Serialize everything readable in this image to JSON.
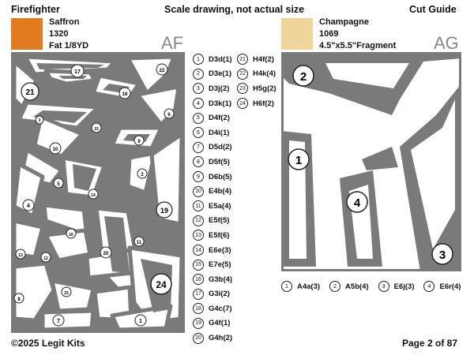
{
  "header": {
    "left": "Firefighter",
    "center": "Scale drawing, not actual size",
    "right": "Cut Guide"
  },
  "fabrics": [
    {
      "code": "AF",
      "name": "Saffron",
      "number": "1320",
      "cut": "Fat 1/8YD",
      "color": "#e07b20"
    },
    {
      "code": "AG",
      "name": "Champagne",
      "number": "1069",
      "cut": "4.5\"x5.5\"Fragment",
      "color": "#efd49c"
    }
  ],
  "panel_af": {
    "pieces": [
      {
        "n": "1",
        "id": "D3d(1)"
      },
      {
        "n": "2",
        "id": "D3e(1)"
      },
      {
        "n": "3",
        "id": "D3j(2)"
      },
      {
        "n": "4",
        "id": "D3k(1)"
      },
      {
        "n": "5",
        "id": "D4f(2)"
      },
      {
        "n": "6",
        "id": "D4i(1)"
      },
      {
        "n": "7",
        "id": "D5d(2)"
      },
      {
        "n": "8",
        "id": "D5f(5)"
      },
      {
        "n": "9",
        "id": "D6b(5)"
      },
      {
        "n": "10",
        "id": "E4b(4)"
      },
      {
        "n": "11",
        "id": "E5a(4)"
      },
      {
        "n": "12",
        "id": "E5f(5)"
      },
      {
        "n": "13",
        "id": "E5f(6)"
      },
      {
        "n": "14",
        "id": "E6e(3)"
      },
      {
        "n": "15",
        "id": "E7e(5)"
      },
      {
        "n": "16",
        "id": "G3b(4)"
      },
      {
        "n": "17",
        "id": "G3i(2)"
      },
      {
        "n": "18",
        "id": "G4c(7)"
      },
      {
        "n": "19",
        "id": "G4f(1)"
      },
      {
        "n": "20",
        "id": "G4h(2)"
      },
      {
        "n": "21",
        "id": "H4f(2)"
      },
      {
        "n": "22",
        "id": "H4k(4)"
      },
      {
        "n": "23",
        "id": "H5g(2)"
      },
      {
        "n": "24",
        "id": "H6f(2)"
      }
    ]
  },
  "panel_ag": {
    "pieces": [
      {
        "n": "1",
        "id": "A4a(3)"
      },
      {
        "n": "2",
        "id": "A5b(4)"
      },
      {
        "n": "3",
        "id": "E6j(3)"
      },
      {
        "n": "4",
        "id": "E6r(4)"
      }
    ]
  },
  "footer": {
    "left": "©2025 Legit Kits",
    "right": "Page 2 of 87"
  }
}
